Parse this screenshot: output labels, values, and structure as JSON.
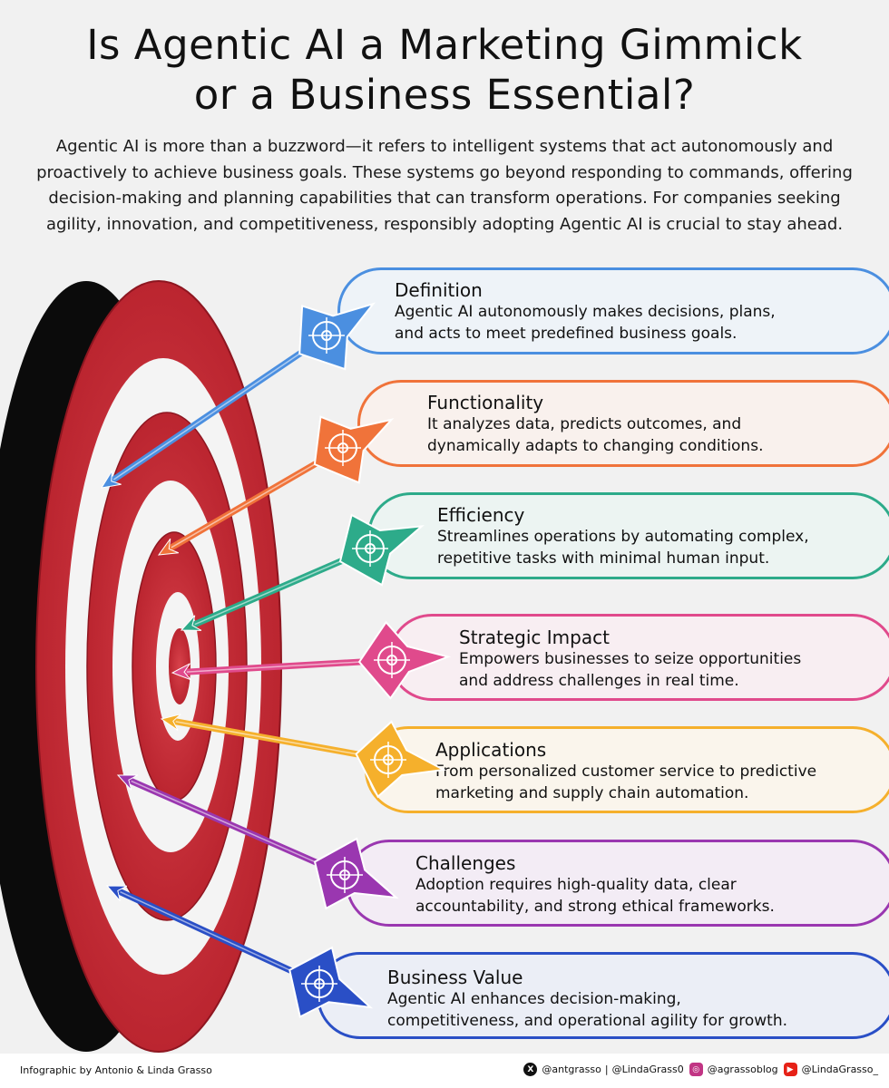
{
  "title": {
    "line1": "Is Agentic AI a Marketing Gimmick",
    "line2": "or a Business Essential?"
  },
  "intro": "Agentic AI is more than a buzzword—it refers to intelligent systems that act autonomously and proactively to achieve business goals. These systems go beyond responding to commands, offering decision-making and planning capabilities that can transform operations. For companies seeking agility, innovation, and competitiveness, responsibly adopting Agentic AI is crucial to stay ahead.",
  "items": [
    {
      "heading": "Definition",
      "body1": "Agentic AI autonomously makes decisions, plans,",
      "body2": "and acts to meet predefined business goals.",
      "color": "#4b8fe0",
      "icon": "target-icon"
    },
    {
      "heading": "Functionality",
      "body1": "It analyzes data, predicts outcomes, and",
      "body2": "dynamically adapts to changing conditions.",
      "color": "#f0733a",
      "icon": "gear-wrench-icon"
    },
    {
      "heading": "Efficiency",
      "body1": "Streamlines operations by automating complex,",
      "body2": "repetitive tasks with minimal human input.",
      "color": "#2dab8a",
      "icon": "gear-check-icon"
    },
    {
      "heading": "Strategic Impact",
      "body1": "Empowers businesses to seize opportunities",
      "body2": "and address challenges in real time.",
      "color": "#e04a8c",
      "icon": "chess-rook-icon"
    },
    {
      "heading": "Applications",
      "body1": "From personalized customer service to predictive",
      "body2": "marketing and supply chain automation.",
      "color": "#f5b02c",
      "icon": "phone-touch-icon"
    },
    {
      "heading": "Challenges",
      "body1": "Adoption requires high-quality data, clear",
      "body2": "accountability, and strong ethical frameworks.",
      "color": "#9a37b0",
      "icon": "stairs-flag-icon"
    },
    {
      "heading": "Business Value",
      "body1": "Agentic AI enhances decision-making,",
      "body2": "competitiveness, and operational agility for growth.",
      "color": "#2a4fc6",
      "icon": "growth-chart-icon"
    }
  ],
  "footer": {
    "credit": "Infographic by Antonio & Linda Grasso",
    "x_handle": "@antgrasso",
    "separator": "|",
    "x_handle2": "@LindaGrass0",
    "instagram_handle": "@agrassoblog",
    "youtube_handle": "@LindaGrasso_",
    "x_icon": "x-logo-icon",
    "instagram_icon": "instagram-icon",
    "youtube_icon": "youtube-icon",
    "x_glyph": "X",
    "instagram_glyph": "◎",
    "youtube_glyph": "▶"
  }
}
